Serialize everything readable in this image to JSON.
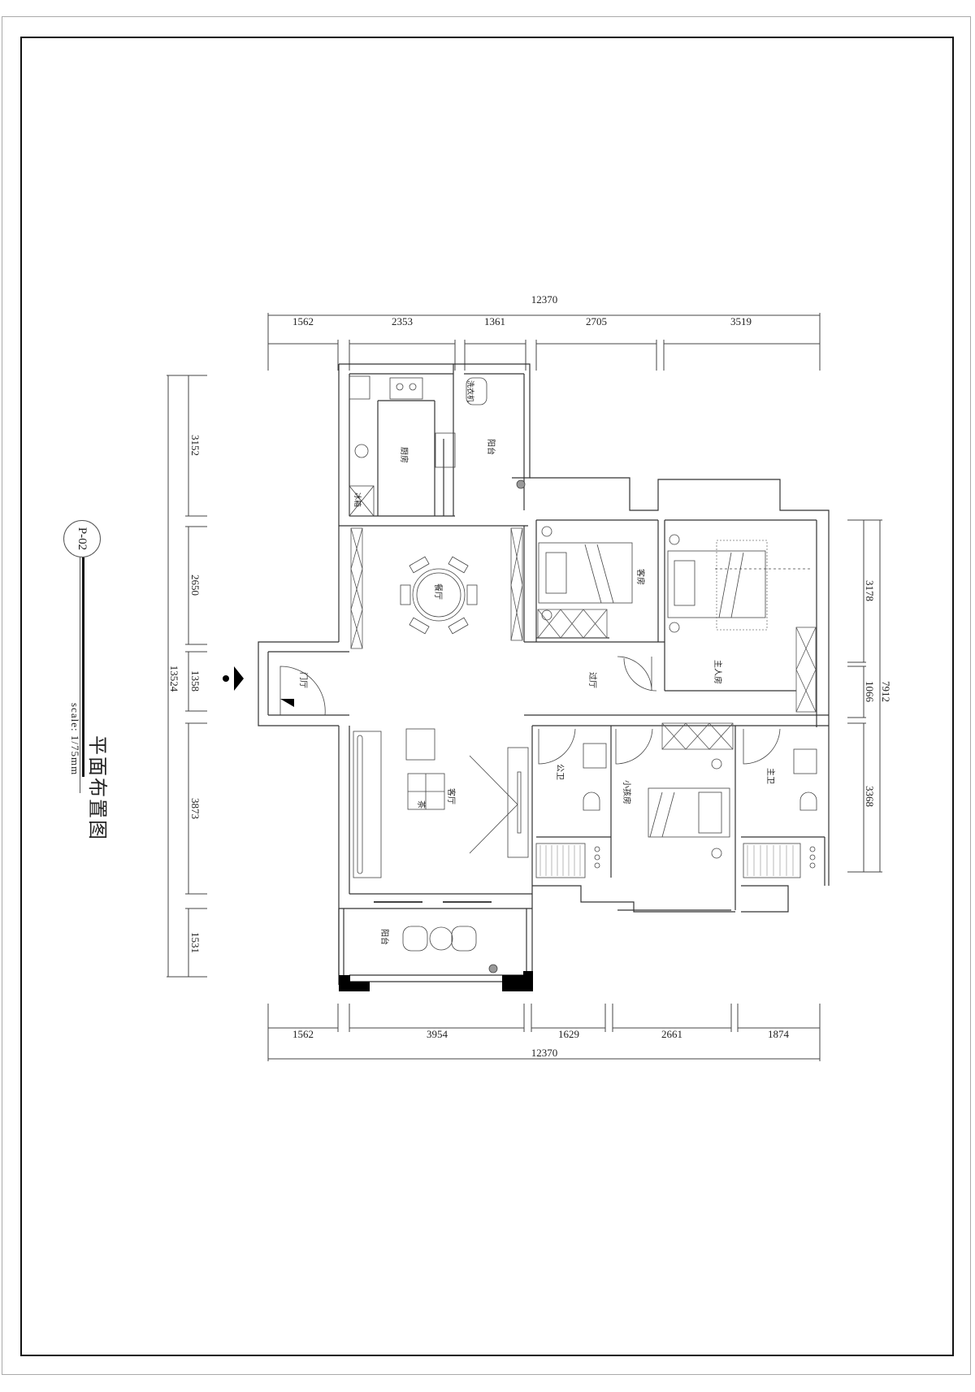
{
  "drawing": {
    "title": "平面布置图",
    "scale": "scale: 1/75mm",
    "sheet_tag": "P-02"
  },
  "dimensions": {
    "top_total": "12370",
    "top": [
      "1562",
      "2353",
      "1361",
      "2705",
      "3519"
    ],
    "bottom_total": "12370",
    "bottom": [
      "1562",
      "3954",
      "1629",
      "2661",
      "1874"
    ],
    "left_total": "13524",
    "left": [
      "3152",
      "2650",
      "1358",
      "3873",
      "1531"
    ],
    "right_total": "7912",
    "right": [
      "3178",
      "1066",
      "3368"
    ]
  },
  "rooms": {
    "kitchen": "厨房",
    "kitchen_balcony": "阳台",
    "washing_machine": "洗衣机",
    "fridge": "冰箱",
    "dining": "餐厅",
    "entry": "门厅",
    "hallway": "过厅",
    "living": "客厅",
    "guest_bedroom": "客房",
    "master_bedroom": "主人房",
    "public_bath": "公卫",
    "kids_room": "小孩房",
    "master_bath": "主卫",
    "living_balcony": "阳台",
    "tea_table": "茶"
  },
  "colors": {
    "line": "#333333",
    "frame": "#111111",
    "column_fill": "#000000",
    "hatch": "#888888"
  }
}
